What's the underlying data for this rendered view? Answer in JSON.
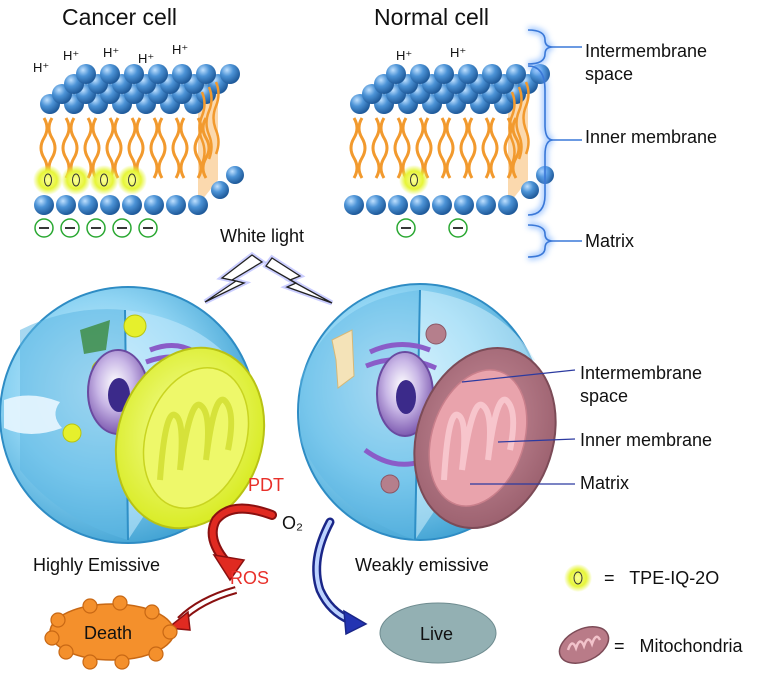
{
  "panels": {
    "cancer_title": "Cancer cell",
    "normal_title": "Normal cell"
  },
  "membrane_labels": {
    "intermembrane": "Intermembrane\nspace",
    "inner": "Inner membrane",
    "matrix": "Matrix"
  },
  "protons": [
    "H⁺",
    "H⁺",
    "H⁺",
    "H⁺",
    "H⁺",
    "H⁺",
    "H⁺"
  ],
  "light": "White light",
  "mito_labels": {
    "intermembrane": "Intermembrane\nspace",
    "inner": "Inner membrane",
    "matrix": "Matrix"
  },
  "process": {
    "pdt": "PDT",
    "o2": "O₂",
    "ros": "ROS",
    "highly": "Highly Emissive",
    "weakly": "Weakly emissive",
    "death": "Death",
    "live": "Live"
  },
  "legend": {
    "probe": "=   TPE-IQ-2O",
    "mito": "=   Mitochondria"
  },
  "colors": {
    "lipid_head": "#3f86c9",
    "lipid_tail": "#f29a2e",
    "probe_glow": "#e7f53b",
    "mito": "#b97b88",
    "arrow_red": "#e02a21",
    "arrow_blue": "#1f2f9e",
    "death": "#f4902c",
    "live": "#93b0b3"
  }
}
